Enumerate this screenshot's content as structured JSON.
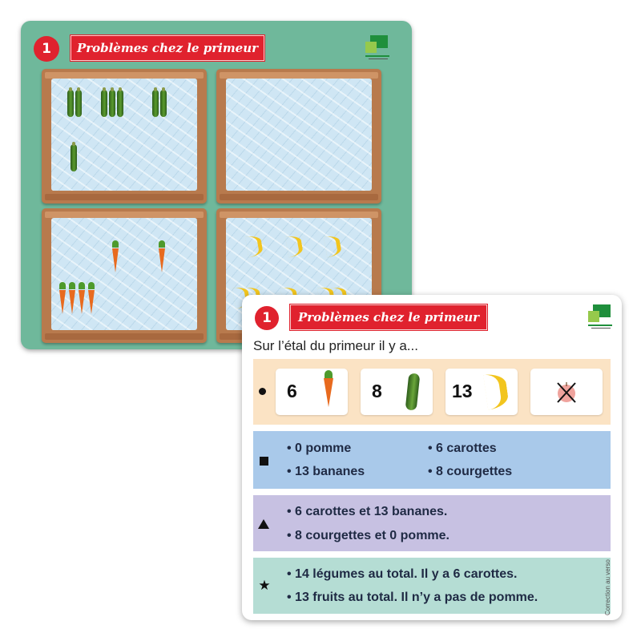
{
  "card_number": "1",
  "card_title": "Problèmes chez le primeur",
  "intro_text": "Sur l’étal du primeur il y a...",
  "tiles": [
    {
      "count": "6",
      "item": "carrot-icon"
    },
    {
      "count": "8",
      "item": "zucchini-icon"
    },
    {
      "count": "13",
      "item": "banana-icon"
    },
    {
      "count": "",
      "item": "crossed-apple-icon"
    }
  ],
  "levels": {
    "square": {
      "left": [
        "• 0 pomme",
        "• 13 bananes"
      ],
      "right": [
        "• 6 carottes",
        "• 8 courgettes"
      ]
    },
    "triangle": [
      "• 6 carottes et 13 bananes.",
      "• 8 courgettes et 0 pomme."
    ],
    "star": [
      "• 14 légumes au total. Il y a 6 carottes.",
      "• 13 fruits au total. Il n’y a pas de pomme."
    ]
  },
  "side_note": "Correction au verso",
  "colors": {
    "red": "#e0222e",
    "green_board": "#6fb89b",
    "band_dot": "#fbe3c4",
    "band_square": "#a9c9ea",
    "band_triangle": "#c7c1e2",
    "band_star": "#b5ddd4"
  },
  "crates": {
    "top_left": {
      "zucchini": 8
    },
    "top_right": {
      "items": 0
    },
    "bottom_left": {
      "carrots": 6
    },
    "bottom_right": {
      "bananas": 13
    }
  }
}
